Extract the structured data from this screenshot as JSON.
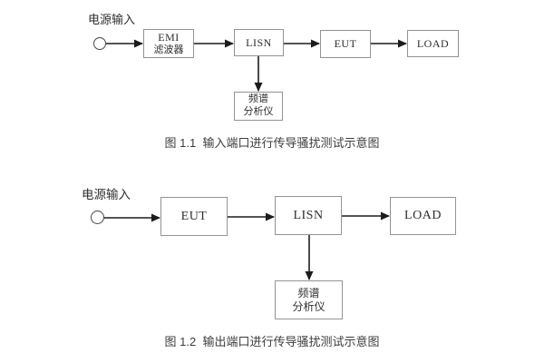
{
  "figure1": {
    "power_input_label": "电源输入",
    "emi_filter_line1": "EMI",
    "emi_filter_line2": "滤波器",
    "lisn_label": "LISN",
    "eut_label": "EUT",
    "load_label": "LOAD",
    "analyzer_line1": "频谱",
    "analyzer_line2": "分析仪",
    "caption": "图 1.1  输入端口进行传导骚扰测试示意图"
  },
  "figure2": {
    "power_input_label": "电源输入",
    "eut_label": "EUT",
    "lisn_label": "LISN",
    "load_label": "LOAD",
    "analyzer_line1": "频谱",
    "analyzer_line2": "分析仪",
    "caption": "图 1.2  输出端口进行传导骚扰测试示意图"
  },
  "colors": {
    "box_border": "#909498",
    "connector": "#1c1c1c",
    "background": "#ffffff"
  }
}
